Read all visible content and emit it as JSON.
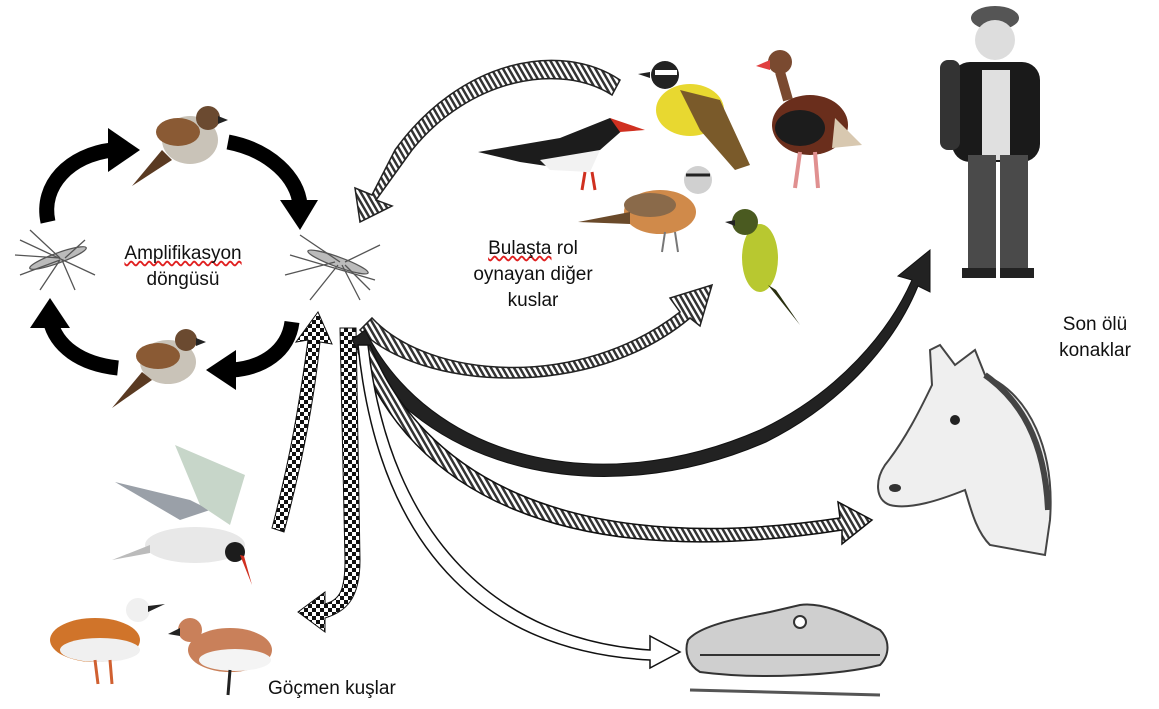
{
  "labels": {
    "amplification_line1": "Amplifikasyon",
    "amplification_line2": "döngüsü",
    "transmission_word1": "Bulaşta",
    "transmission_word2": "rol",
    "transmission_line2": "oynayan diğer",
    "transmission_line3": "kuslar",
    "dead_end_line1": "Son ölü",
    "dead_end_line2": "konaklar",
    "migratory_birds": "Göçmen kuşlar"
  },
  "colors": {
    "cycle_arrow": "#000000",
    "spellcheck_underline": "#e02020",
    "yellow_bird": "#e8d830",
    "red_bill": "#d02020"
  },
  "icons": [
    "mosquito-icon",
    "sparrow-icon",
    "tern-icon",
    "shorebird-icon",
    "skimmer-icon",
    "kiskadee-icon",
    "whistling-duck-icon",
    "finch-icon",
    "yellow-bird-icon",
    "human-icon",
    "horse-icon",
    "crocodile-icon"
  ]
}
